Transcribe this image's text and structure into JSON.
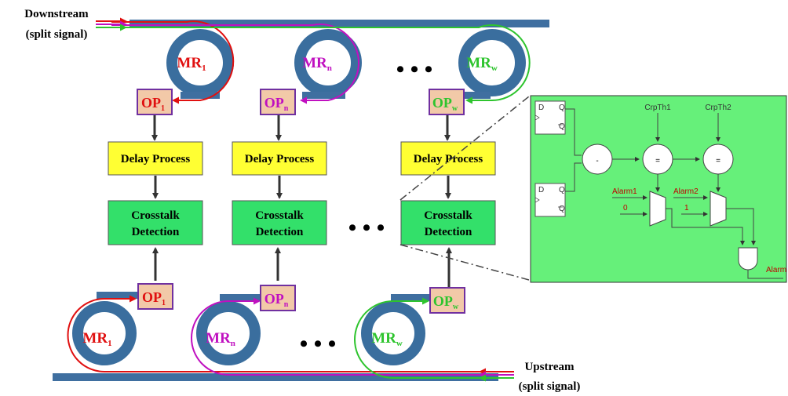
{
  "downstream": {
    "line1": "Downstream",
    "line2": "(split signal)"
  },
  "upstream": {
    "line1": "Upstream",
    "line2": "(split signal)"
  },
  "mr_labels": [
    {
      "base": "MR",
      "sub": "1",
      "color": "#e01010"
    },
    {
      "base": "MR",
      "sub": "n",
      "color": "#c010c0"
    },
    {
      "base": "MR",
      "sub": "w",
      "color": "#2ec42e"
    }
  ],
  "op_labels": [
    {
      "base": "OP",
      "sub": "1",
      "color": "#e01010"
    },
    {
      "base": "OP",
      "sub": "n",
      "color": "#c010c0"
    },
    {
      "base": "OP",
      "sub": "w",
      "color": "#2ec42e"
    }
  ],
  "delay_label": "Delay Process",
  "crosstalk_label": {
    "line1": "Crosstalk",
    "line2": "Detection"
  },
  "dots": "• • •",
  "inset": {
    "crpth1": "CrpTh1",
    "crpth2": "CrpTh2",
    "alarm1": "Alarm1",
    "alarm2": "Alarm2",
    "val0": "0",
    "val1": "1",
    "alarm_out": "Alarm",
    "minus": "-",
    "eq": "=",
    "ff_d": "D",
    "ff_q": "Q",
    "ff_qbar": "Q"
  },
  "colors": {
    "waveguide": "#3f6fa0",
    "ring": "#3a6e9e",
    "op_fill": "#f2c9a8",
    "op_border": "#7030a0",
    "delay_fill": "#ffff33",
    "crosstalk_fill": "#33e06a",
    "inset_fill": "#66f07a",
    "red": "#e01010",
    "magenta": "#c010c0",
    "green": "#2ec42e",
    "alarm_text": "#c00000"
  }
}
